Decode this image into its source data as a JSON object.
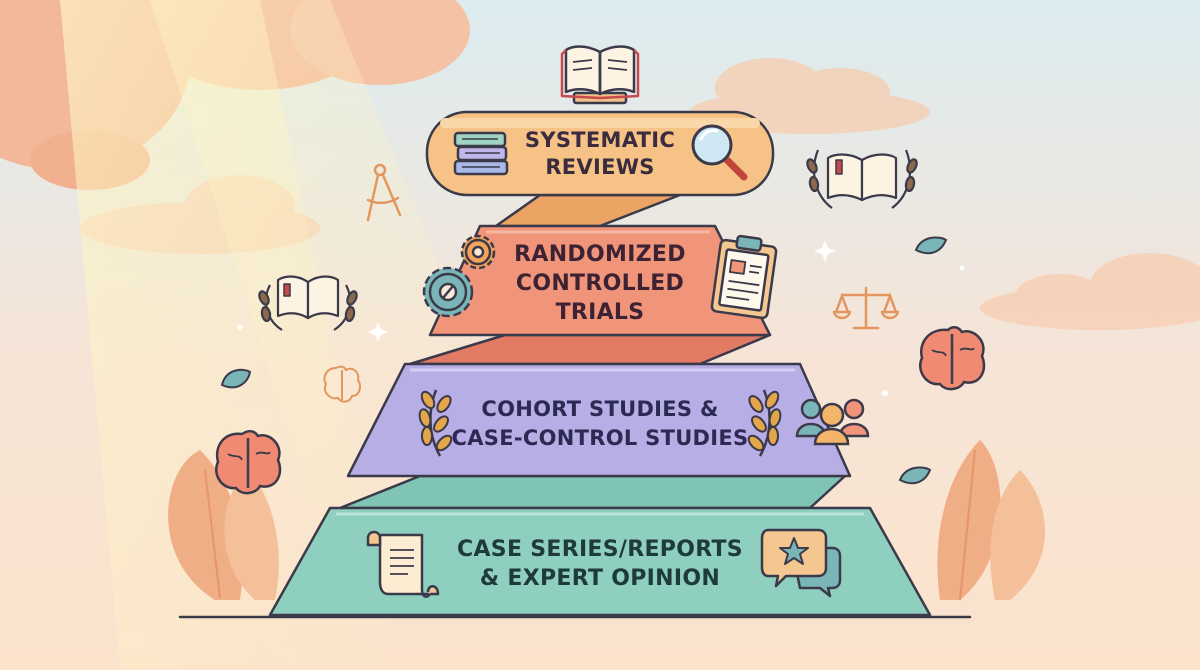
{
  "diagram": {
    "tiers": [
      {
        "lines": [
          "SYSTEMATIC",
          "REVIEWS"
        ],
        "color": "#f6c286"
      },
      {
        "lines": [
          "RANDOMIZED",
          "CONTROLLED",
          "TRIALS"
        ],
        "color": "#f1957a"
      },
      {
        "lines": [
          "COHORT STUDIES &",
          "CASE-CONTROL STUDIES"
        ],
        "color": "#b8aee6"
      },
      {
        "lines": [
          "CASE SERIES/REPORTS",
          "& EXPERT OPINION"
        ],
        "color": "#8fcfbf"
      }
    ],
    "icons": [
      "open-book-icon",
      "books-stack-icon",
      "magnifier-icon",
      "gears-icon",
      "clipboard-icon",
      "laurel-wreath-icon",
      "people-group-icon",
      "scroll-icon",
      "speech-bubble-star-icon",
      "brain-icon",
      "scales-icon",
      "compass-icon",
      "leaf-icon"
    ]
  }
}
